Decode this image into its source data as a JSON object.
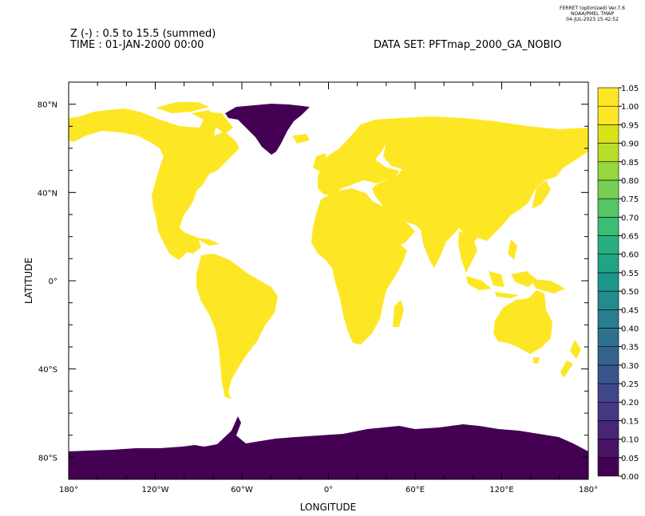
{
  "header": {
    "z_line": "Z (-) : 0.5 to 15.5 (summed)",
    "time_line": "TIME : 01-JAN-2000 00:00",
    "dataset": "DATA SET: PFTmap_2000_GA_NOBIO",
    "stamp": [
      "FERRET (optimized) Ver.7.6",
      "NOAA/PMEL TMAP",
      "04-JUL-2023 15:42:52"
    ]
  },
  "chart_data": {
    "type": "heatmap",
    "xlabel": "LONGITUDE",
    "ylabel": "LATITUDE",
    "xlim": [
      -180,
      180
    ],
    "ylim": [
      -90,
      90
    ],
    "x_ticks": [
      {
        "value": -180,
        "label": "180°"
      },
      {
        "value": -120,
        "label": "120°W"
      },
      {
        "value": -60,
        "label": "60°W"
      },
      {
        "value": 0,
        "label": "0°"
      },
      {
        "value": 60,
        "label": "60°E"
      },
      {
        "value": 120,
        "label": "120°E"
      },
      {
        "value": 180,
        "label": "180°"
      }
    ],
    "y_ticks": [
      {
        "value": 80,
        "label": "80°N"
      },
      {
        "value": 40,
        "label": "40°N"
      },
      {
        "value": 0,
        "label": "0°"
      },
      {
        "value": -40,
        "label": "40°S"
      },
      {
        "value": -80,
        "label": "80°S"
      }
    ],
    "colorbar": {
      "levels": [
        "0.00",
        "0.05",
        "0.10",
        "0.15",
        "0.20",
        "0.25",
        "0.30",
        "0.35",
        "0.40",
        "0.45",
        "0.50",
        "0.55",
        "0.60",
        "0.65",
        "0.70",
        "0.75",
        "0.80",
        "0.85",
        "0.90",
        "0.95",
        "1.00",
        "1.05"
      ],
      "colors": [
        "#440154",
        "#481467",
        "#482576",
        "#453781",
        "#3f4788",
        "#39558c",
        "#32648e",
        "#2d718e",
        "#287d8e",
        "#238a8d",
        "#1f968b",
        "#20a386",
        "#29af7f",
        "#3dbc74",
        "#56c667",
        "#75d054",
        "#95d840",
        "#b8de29",
        "#dae319",
        "#fde725",
        "#fde725"
      ]
    },
    "regions": [
      {
        "name": "Land (value 1.0)",
        "value": 1.0,
        "color": "#fde725"
      },
      {
        "name": "Greenland and Antarctica (value 0.0)",
        "value": 0.0,
        "color": "#440154"
      }
    ]
  }
}
